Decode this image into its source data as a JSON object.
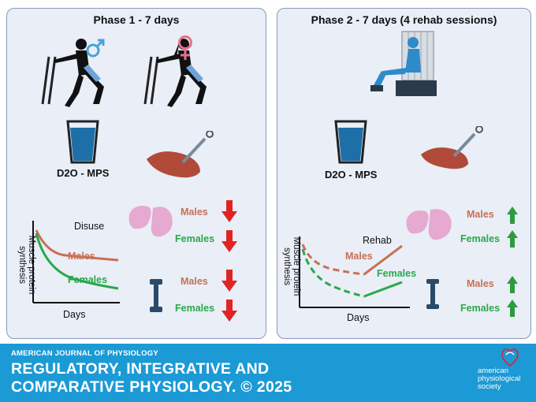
{
  "phase1": {
    "title": "Phase 1 - 7 days",
    "mps_label": "D2O - MPS",
    "chart": {
      "title": "Disuse",
      "ylabel": "Muscle protein synthesis",
      "xlabel": "Days",
      "series_labels": [
        "Males",
        "Females"
      ]
    },
    "results": {
      "tissue": [
        {
          "label": "Males",
          "direction": "down"
        },
        {
          "label": "Females",
          "direction": "down"
        }
      ],
      "strength": [
        {
          "label": "Males",
          "direction": "down"
        },
        {
          "label": "Females",
          "direction": "down"
        }
      ]
    }
  },
  "phase2": {
    "title": "Phase 2 -  7 days (4 rehab sessions)",
    "mps_label": "D2O - MPS",
    "chart": {
      "title": "Rehab",
      "ylabel": "Muscle protein synthesis",
      "xlabel": "Days",
      "series_labels": [
        "Males",
        "Females"
      ]
    },
    "results": {
      "tissue": [
        {
          "label": "Males",
          "direction": "up"
        },
        {
          "label": "Females",
          "direction": "up"
        }
      ],
      "strength": [
        {
          "label": "Males",
          "direction": "up"
        },
        {
          "label": "Females",
          "direction": "up"
        }
      ]
    }
  },
  "colors": {
    "male": "#c87055",
    "female": "#2aa84a",
    "down": "#e02424",
    "up": "#2e9b3e",
    "footer": "#1c9ad6"
  },
  "footer": {
    "journal": "AMERICAN JOURNAL OF PHYSIOLOGY",
    "line1": "REGULATORY, INTEGRATIVE AND",
    "line2": "COMPARATIVE PHYSIOLOGY.  © 2025",
    "society_line1": "american",
    "society_line2": "physiological",
    "society_line3": "society"
  }
}
